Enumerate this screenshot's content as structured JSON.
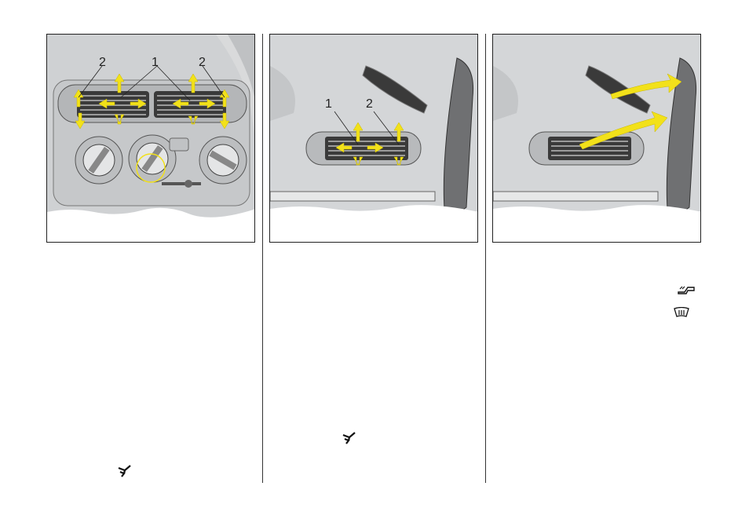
{
  "figures": [
    {
      "callouts": [
        "2",
        "1",
        "2"
      ]
    },
    {
      "callouts": [
        "1",
        "2"
      ]
    },
    {
      "callouts": []
    }
  ],
  "icons": {
    "col1_bottom": "vent-airflow-icon",
    "col2_bottom": "vent-airflow-icon",
    "col3_top": "footwell-airflow-icon",
    "col3_second": "windscreen-defrost-icon"
  },
  "colors": {
    "arrow": "#f2e11a",
    "panel_bg": "#d7d8d9",
    "outline": "#222222"
  }
}
